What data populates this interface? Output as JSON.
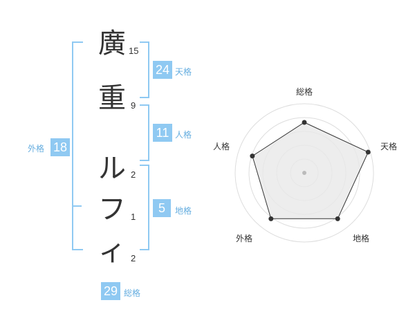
{
  "name": {
    "chars": [
      {
        "char": "廣",
        "strokes": "15"
      },
      {
        "char": "重",
        "strokes": "9"
      },
      {
        "char": "ル",
        "strokes": "2"
      },
      {
        "char": "フ",
        "strokes": "1"
      },
      {
        "char": "ィ",
        "strokes": "2"
      }
    ]
  },
  "fortune": {
    "tenkaku": {
      "value": "24",
      "label": "天格"
    },
    "jinkaku": {
      "value": "11",
      "label": "人格"
    },
    "chikaku": {
      "value": "5",
      "label": "地格"
    },
    "gaikaku": {
      "value": "18",
      "label": "外格"
    },
    "soukaku": {
      "value": "29",
      "label": "総格"
    }
  },
  "radar": {
    "labels": {
      "top": "総格",
      "right": "天格",
      "bottom_right": "地格",
      "bottom_left": "外格",
      "left": "人格"
    },
    "scores_fraction": {
      "soukaku": 0.73,
      "tenkaku": 0.97,
      "chikaku": 0.82,
      "gaikaku": 0.82,
      "jinkaku": 0.79
    },
    "colors": {
      "fill": "#e9e9e9",
      "line": "#333333",
      "rings": "#dddddd",
      "accent": "#8fc9f2"
    }
  }
}
